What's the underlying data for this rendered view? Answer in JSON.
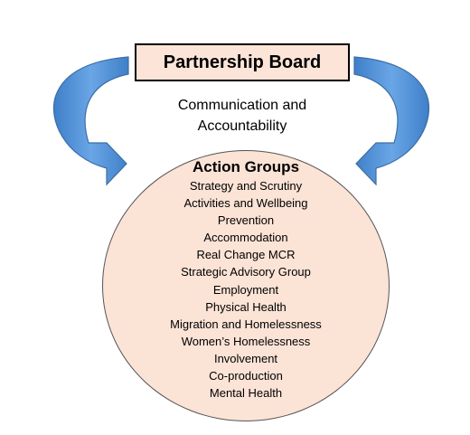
{
  "board": {
    "title": "Partnership Board"
  },
  "link": {
    "line1": "Communication and",
    "line2": "Accountability"
  },
  "groups": {
    "title": "Action Groups",
    "items": [
      "Strategy and Scrutiny",
      "Activities and Wellbeing",
      "Prevention",
      "Accommodation",
      "Real Change MCR",
      "Strategic Advisory Group",
      "Employment",
      "Physical Health",
      "Migration and Homelessness",
      "Women’s Homelessness",
      "Involvement",
      "Co-production",
      "Mental Health"
    ]
  },
  "colors": {
    "arrow_fill": "#4f8fd6",
    "arrow_stroke": "#3a6ea5",
    "box_fill": "#fde4d8",
    "ellipse_fill": "#fbe3d6"
  }
}
